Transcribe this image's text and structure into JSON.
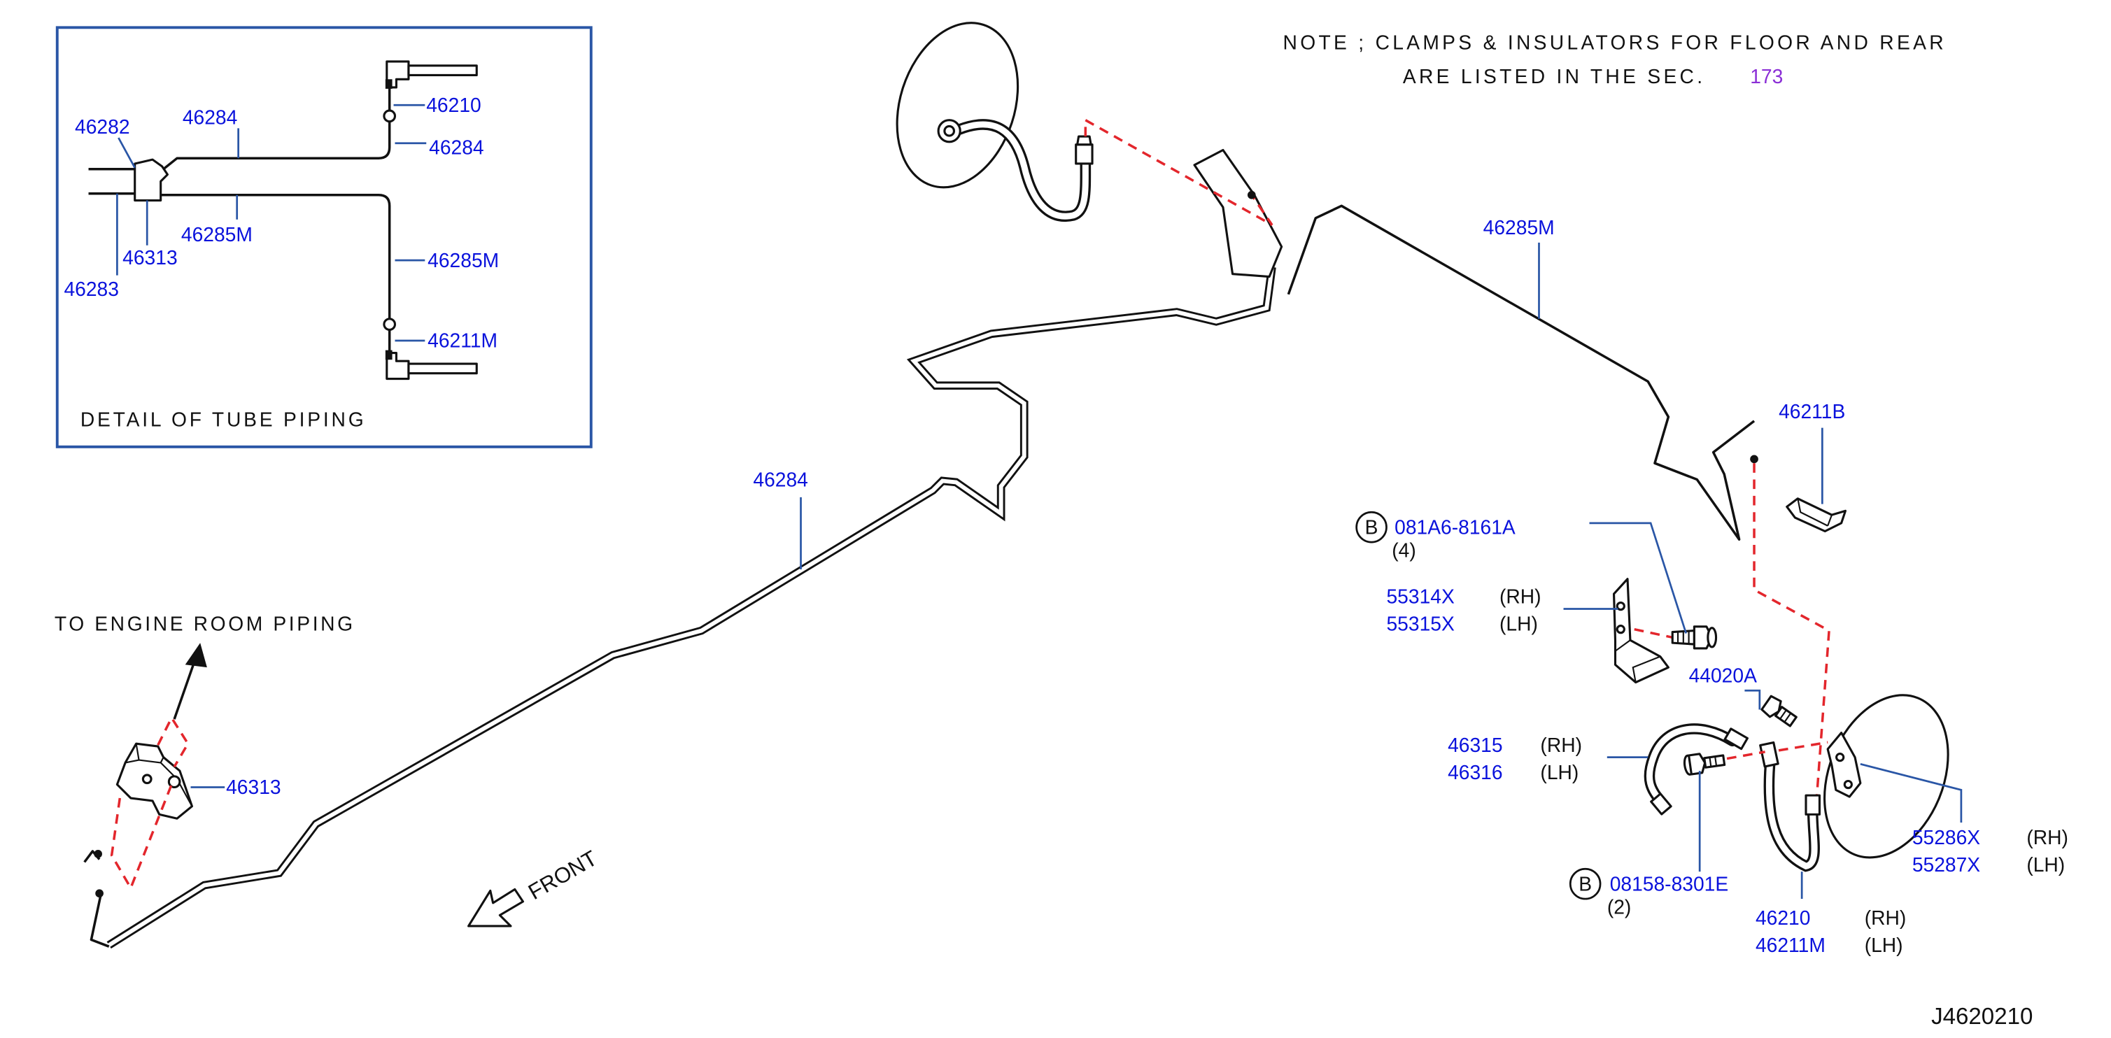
{
  "colors": {
    "callout_text": "#0a12dc",
    "leader_line": "#2a56a6",
    "exploded_path": "#e3262c",
    "section_ref": "#8b2fd6",
    "line_art": "#111111"
  },
  "note": {
    "line1": "NOTE ; CLAMPS & INSULATORS FOR FLOOR AND REAR",
    "line2": "ARE LISTED IN THE SEC.",
    "section_ref": "173"
  },
  "detail": {
    "title": "DETAIL OF TUBE PIPING",
    "callouts": [
      "46282",
      "46284",
      "46210",
      "46284",
      "46313",
      "46285M",
      "46285M",
      "46283",
      "46211M"
    ]
  },
  "engine_room_note": "TO ENGINE ROOM PIPING",
  "front_label": "FRONT",
  "callouts": [
    {
      "part": "46284"
    },
    {
      "part": "46285M"
    },
    {
      "part": "46211B"
    },
    {
      "marker": "B",
      "part": "081A6-8161A",
      "qty": "(4)"
    },
    {
      "part": "55314X",
      "side": "(RH)"
    },
    {
      "part": "55315X",
      "side": "(LH)"
    },
    {
      "part": "44020A"
    },
    {
      "part": "46315",
      "side": "(RH)"
    },
    {
      "part": "46316",
      "side": "(LH)"
    },
    {
      "marker": "B",
      "part": "08158-8301E",
      "qty": "(2)"
    },
    {
      "part": "55286X",
      "side": "(RH)"
    },
    {
      "part": "55287X",
      "side": "(LH)"
    },
    {
      "part": "46210",
      "side": "(RH)"
    },
    {
      "part": "46211M",
      "side": "(LH)"
    },
    {
      "part": "46313"
    }
  ],
  "diagram_id": "J4620210"
}
